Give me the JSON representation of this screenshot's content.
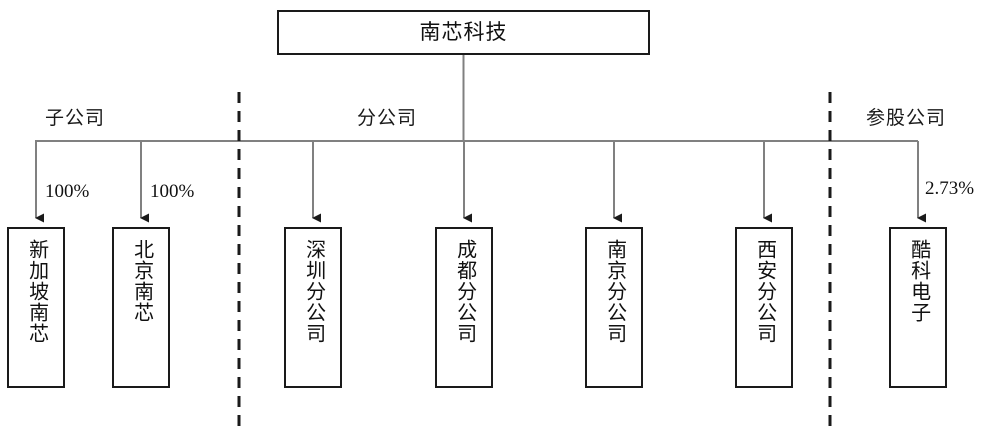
{
  "diagram": {
    "title": "南芯科技",
    "root": {
      "label": "南芯科技"
    },
    "groups": [
      {
        "id": "subsidiary",
        "label": "子公司"
      },
      {
        "id": "branch",
        "label": "分公司"
      },
      {
        "id": "affiliate",
        "label": "参股公司"
      }
    ],
    "nodes": [
      {
        "id": "singapore-nanxin",
        "label": "新加坡南芯",
        "group": "subsidiary",
        "ownership": "100%"
      },
      {
        "id": "beijing-nanxin",
        "label": "北京南芯",
        "group": "subsidiary",
        "ownership": "100%"
      },
      {
        "id": "shenzhen-branch",
        "label": "深圳分公司",
        "group": "branch",
        "ownership": ""
      },
      {
        "id": "chengdu-branch",
        "label": "成都分公司",
        "group": "branch",
        "ownership": ""
      },
      {
        "id": "nanjing-branch",
        "label": "南京分公司",
        "group": "branch",
        "ownership": ""
      },
      {
        "id": "xian-branch",
        "label": "西安分公司",
        "group": "branch",
        "ownership": ""
      },
      {
        "id": "kuke-electronics",
        "label": "酷科电子",
        "group": "affiliate",
        "ownership": "2.73%"
      }
    ],
    "ownership_labels": [
      {
        "id": "pct-singapore",
        "value": "100%"
      },
      {
        "id": "pct-beijing",
        "value": "100%"
      },
      {
        "id": "pct-kuke",
        "value": "2.73%"
      }
    ],
    "colors": {
      "box_border": "#1a1a1a",
      "connector": "#808080",
      "divider": "#1a1a1a",
      "text": "#111111",
      "background": "#ffffff"
    }
  }
}
